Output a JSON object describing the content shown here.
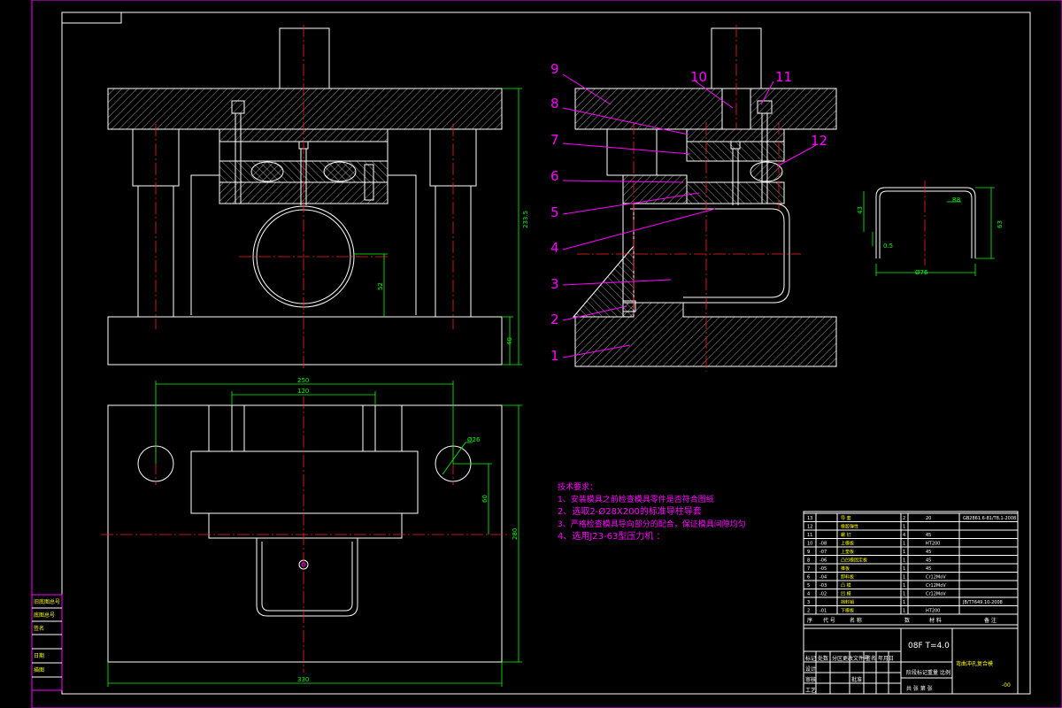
{
  "drawing": {
    "part_callouts": [
      "1",
      "2",
      "3",
      "4",
      "5",
      "6",
      "7",
      "8",
      "9",
      "10",
      "11",
      "12"
    ],
    "dimensions": {
      "front_height": "233.5",
      "front_base_height": "40",
      "front_center_height": "52",
      "plan_width_outer": "250",
      "plan_width_inner": "120",
      "plan_hole": "Ø26",
      "plan_offset": "60",
      "plan_depth": "280",
      "plan_overall_width": "330",
      "part_height": "63",
      "part_left": "43",
      "part_radius": "R8",
      "part_wall": "0.5",
      "part_diameter": "Ø76"
    },
    "notes": {
      "heading": "技术要求：",
      "items": [
        "1、安装模具之前检查模具零件是否符合图纸",
        "2、选取2-Ø28X200的标准导柱导套",
        "3、严格检查模具导向部分的配合，保证模具间隙均匀",
        "4、选用J23-63型压力机 ："
      ]
    }
  },
  "title_block": {
    "parts": [
      {
        "no": "13",
        "code": "",
        "name": "导 套",
        "qty": "2",
        "material": "20",
        "std": "GB2861.6-81/T8.1-2008"
      },
      {
        "no": "12",
        "code": "",
        "name": "橡胶弹性",
        "qty": "1",
        "material": "",
        "std": ""
      },
      {
        "no": "11",
        "code": "",
        "name": "螺 钉",
        "qty": "4",
        "material": "45",
        "std": ""
      },
      {
        "no": "10",
        "code": "-08",
        "name": "上模板",
        "qty": "1",
        "material": "HT200",
        "std": ""
      },
      {
        "no": "9",
        "code": "-07",
        "name": "上垫板",
        "qty": "1",
        "material": "45",
        "std": ""
      },
      {
        "no": "8",
        "code": "-06",
        "name": "凸凹模固定板",
        "qty": "1",
        "material": "45",
        "std": ""
      },
      {
        "no": "7",
        "code": "-05",
        "name": "推板",
        "qty": "1",
        "material": "45",
        "std": ""
      },
      {
        "no": "6",
        "code": "-04",
        "name": "卸料板",
        "qty": "1",
        "material": "Cr12MoV",
        "std": ""
      },
      {
        "no": "5",
        "code": "-03",
        "name": "凸 模",
        "qty": "1",
        "material": "Cr12MoV",
        "std": ""
      },
      {
        "no": "4",
        "code": "-02",
        "name": "凹 模",
        "qty": "1",
        "material": "Cr12MoV",
        "std": ""
      },
      {
        "no": "3",
        "code": "",
        "name": "挡料销",
        "qty": "1",
        "material": "",
        "std": "JB/T7649.10-2008"
      },
      {
        "no": "2",
        "code": "-01",
        "name": "下模板",
        "qty": "1",
        "material": "HT200",
        "std": ""
      }
    ],
    "header_labels": [
      "序",
      "代 号",
      "名 称",
      "数",
      "材 料",
      "备 注"
    ],
    "material_spec": "08F T=4.0",
    "drawing_title": "弯曲冲孔复合模",
    "drawing_code": "-00",
    "sign_labels": [
      "标记",
      "处数",
      "分区",
      "更改文件号",
      "签名",
      "年月日"
    ],
    "sign_rows": [
      "设计",
      "审核",
      "工艺",
      "批准"
    ],
    "scale_labels": [
      "阶段标记",
      "重量",
      "比例"
    ],
    "sheet": "共 张 第 张"
  },
  "side_table": {
    "cells": [
      "旧底图总号",
      "底图总号",
      "签名",
      "日期",
      "描图"
    ]
  }
}
